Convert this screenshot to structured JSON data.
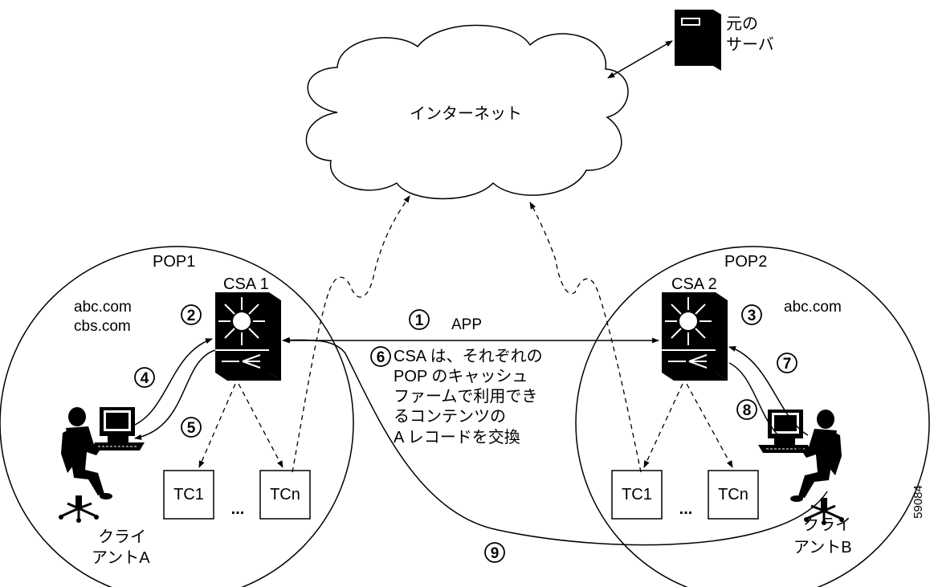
{
  "internet": {
    "label": "インターネット"
  },
  "origin_server": {
    "label_line1": "元の",
    "label_line2": "サーバ"
  },
  "pop1": {
    "label": "POP1",
    "csa_label": "CSA 1",
    "domains": [
      "abc.com",
      "cbs.com"
    ],
    "client_line1": "クライ",
    "client_line2": "アントA",
    "caches": [
      "TC1",
      "TCn"
    ],
    "ellipsis": "..."
  },
  "pop2": {
    "label": "POP2",
    "csa_label": "CSA 2",
    "domains": [
      "abc.com"
    ],
    "client_line1": "クライ",
    "client_line2": "アントB",
    "caches": [
      "TC1",
      "TCn"
    ],
    "ellipsis": "..."
  },
  "app_label": "APP",
  "step_numbers": [
    "1",
    "2",
    "3",
    "4",
    "5",
    "6",
    "7",
    "8",
    "9"
  ],
  "step6_lines": [
    "CSA は、それぞれの",
    "POP のキャッシュ",
    "ファームで利用でき",
    "るコンテンツの",
    "A レコードを交換"
  ],
  "figure_id": "59084"
}
